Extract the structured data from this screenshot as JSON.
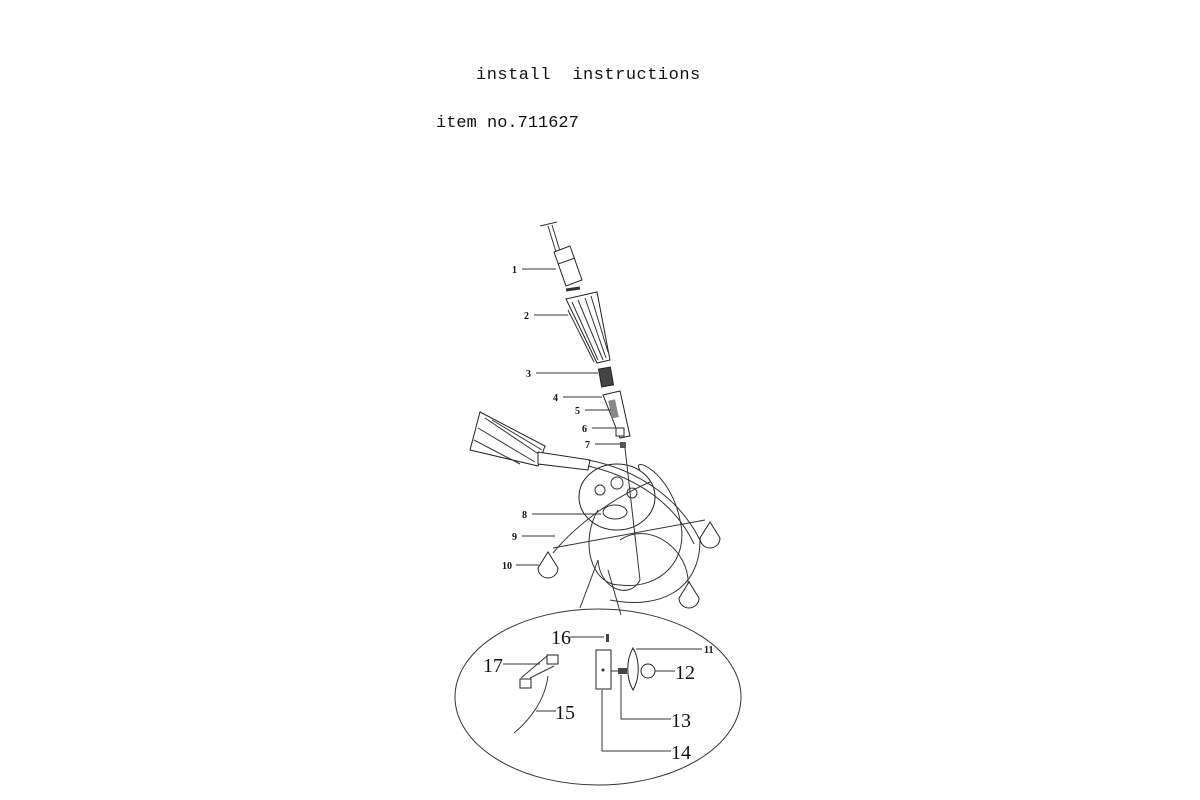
{
  "document": {
    "title": "install  instructions",
    "item_number": "item no.711627"
  },
  "parts": {
    "p1": "1",
    "p2": "2",
    "p3": "3",
    "p4": "4",
    "p5": "5",
    "p6": "6",
    "p7": "7",
    "p8": "8",
    "p9": "9",
    "p10": "10",
    "p11": "11",
    "p12": "12",
    "p13": "13",
    "p14": "14",
    "p15": "15",
    "p16": "16",
    "p17": "17"
  }
}
